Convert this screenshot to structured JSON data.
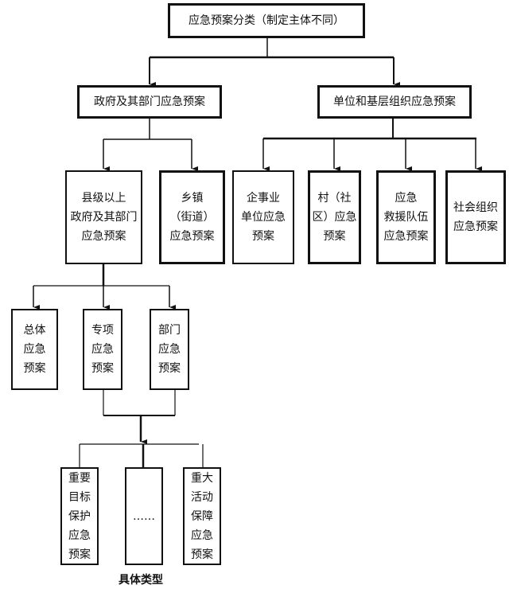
{
  "diagram": {
    "title": "应急预案分类（制定主体不同）",
    "level1": [
      {
        "id": "gov",
        "label": "政府及其部门应急预案"
      },
      {
        "id": "unit",
        "label": "单位和基层组织应急预案"
      }
    ],
    "gov_children": [
      {
        "id": "county",
        "label": "县级以上\n政府及其部门\n应急预案"
      },
      {
        "id": "town",
        "label": "乡镇\n（街道）\n应急预案"
      }
    ],
    "unit_children": [
      {
        "id": "enterprise",
        "label": "企事业\n单位应急\n预案"
      },
      {
        "id": "village",
        "label": "村（社\n区）应急\n预案"
      },
      {
        "id": "rescue",
        "label": "应急\n救援队伍\n应急预案"
      },
      {
        "id": "social",
        "label": "社会组织\n应急预案"
      }
    ],
    "county_children": [
      {
        "id": "overall",
        "label": "总体\n应急\n预案"
      },
      {
        "id": "special",
        "label": "专项\n应急\n预案"
      },
      {
        "id": "department",
        "label": "部门\n应急\n预案"
      }
    ],
    "specific_types": [
      {
        "id": "key-target",
        "label": "重要\n目标\n保护\n应急\n预案"
      },
      {
        "id": "ellipsis",
        "label": "……"
      },
      {
        "id": "major-event",
        "label": "重大\n活动\n保障\n应急\n预案"
      }
    ],
    "specific_caption": "具体类型"
  }
}
